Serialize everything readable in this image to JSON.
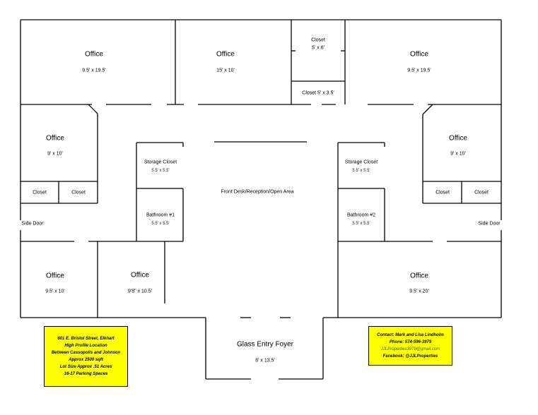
{
  "rooms": {
    "office_top_left": {
      "name": "Office",
      "dim": "9.5' x 19.5'"
    },
    "office_top_middle": {
      "name": "Office",
      "dim": "15' x 10'"
    },
    "closet_top": {
      "name": "Closet",
      "dim": "5' x 6'"
    },
    "closet_top_lower": {
      "name": "Closet 5' x 3.5'"
    },
    "office_top_right": {
      "name": "Office",
      "dim": "9.5' x 19.5'"
    },
    "office_left_mid": {
      "name": "Office",
      "dim": "9' x 10'"
    },
    "office_right_mid": {
      "name": "Office",
      "dim": "9' x 10'"
    },
    "closet_left_1": {
      "name": "Closet"
    },
    "closet_left_2": {
      "name": "Closet"
    },
    "closet_right_1": {
      "name": "Closet"
    },
    "closet_right_2": {
      "name": "Closet"
    },
    "storage_left": {
      "name": "Storage Closet",
      "dim": "5.5' x 5.5'"
    },
    "storage_right": {
      "name": "Storage Closet",
      "dim": "5.5' x 5.5'"
    },
    "bathroom_1": {
      "name": "Bathroom #1",
      "dim": "5.5' x 5.5'"
    },
    "bathroom_2": {
      "name": "Bathroom #2",
      "dim": "5.5' x 5.5'"
    },
    "front_desk": {
      "name": "Front Desk/Reception/Open Area"
    },
    "side_door_left": {
      "name": "Side Door"
    },
    "side_door_right": {
      "name": "Side Door"
    },
    "office_bottom_left": {
      "name": "Office",
      "dim": "9.5' x 10'"
    },
    "office_bottom_left2": {
      "name": "Office",
      "dim": "9'8\" x 10.5'"
    },
    "office_bottom_right": {
      "name": "Office",
      "dim": "9.5' x 20'"
    },
    "foyer": {
      "name": "Glass Entry Foyer",
      "dim": "8' x 13.5'"
    }
  },
  "info_left": {
    "lines": [
      "601 E. Bristol Street, Elkhart",
      "High Profile Location",
      "Between Cassopolis and Johnson",
      "Approx 2500 sqft",
      "Lot Size Approx .51 Acres",
      "16-17 Parking Spaces"
    ]
  },
  "info_right": {
    "contact": "Contact:  Mark and Lisa Lindholm",
    "phone": "Phone:  574-596-3979",
    "email": "JJLProperties3979@gmail.com",
    "facebook": "Facebook: @JJLProperties"
  },
  "colors": {
    "note_fill": "#ffff00",
    "wall": "#000000"
  }
}
